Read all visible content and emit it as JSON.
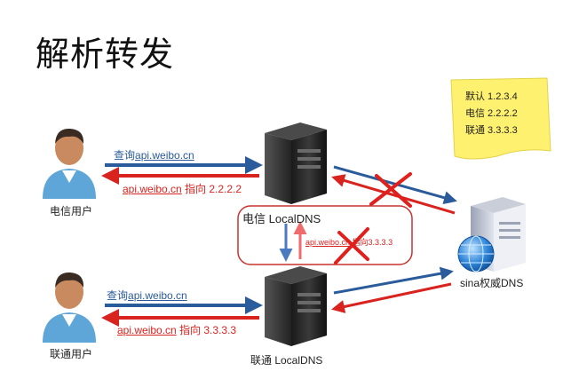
{
  "title": "解析转发",
  "users": {
    "telecom": "电信用户",
    "unicom": "联通用户"
  },
  "servers": {
    "telecom_dns": "电信 LocalDNS",
    "unicom_dns": "联通 LocalDNS",
    "auth_dns": "sina权威DNS"
  },
  "note": {
    "line1": "默认 1.2.3.4",
    "line2": "电信 2.2.2.2",
    "line3": "联通 3.3.3.3"
  },
  "telecom_query": {
    "prefix": "查询",
    "domain": "api.weibo.cn"
  },
  "telecom_reply": {
    "domain": "api.weibo.cn",
    "text": " 指向 2.2.2.2"
  },
  "unicom_query": {
    "prefix": "查询",
    "domain": "api.weibo.cn"
  },
  "unicom_reply": {
    "domain": "api.weibo.cn",
    "text": " 指向 3.3.3.3"
  },
  "forward_reply": {
    "domain": "api.weibo.cn",
    "text": " 指向3.3.3.3"
  },
  "colors": {
    "blue_arrow": "#2a5b9a",
    "red_arrow": "#d8231f",
    "note_yellow": "#fff170",
    "person_skin": "#c88a5e",
    "person_shirt": "#5ea5d8"
  }
}
